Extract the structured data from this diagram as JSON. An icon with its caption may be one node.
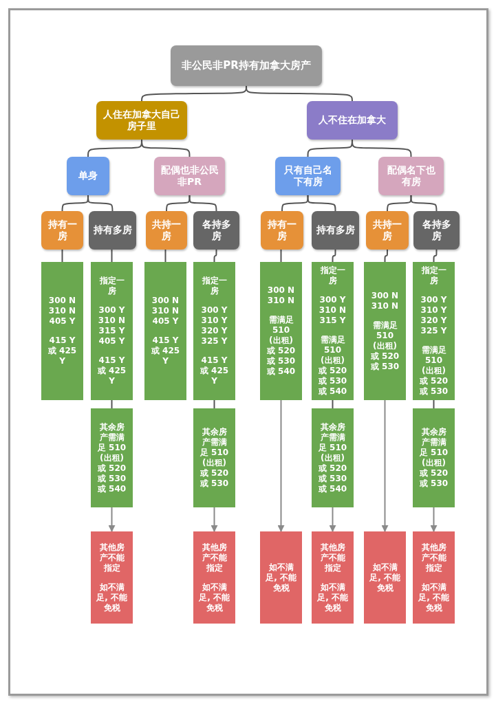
{
  "diagram": {
    "nodes": [
      {
        "text": [
          "非公民非PR持有加拿大房产"
        ]
      },
      {
        "text": [
          "人住在加拿大自己房子里"
        ]
      },
      {
        "text": [
          "人不住在加拿大"
        ]
      },
      {
        "text": [
          "单身"
        ]
      },
      {
        "text": [
          "配偶也非公民非PR"
        ]
      },
      {
        "text": [
          "只有自己名下有房"
        ]
      },
      {
        "text": [
          "配偶名下也有房"
        ]
      },
      {
        "text": [
          "持有一房"
        ]
      },
      {
        "text": [
          "持有多房"
        ]
      },
      {
        "text": [
          "共持一房"
        ]
      },
      {
        "text": [
          "各持多房"
        ]
      },
      {
        "text": [
          "持有一房"
        ]
      },
      {
        "text": [
          "持有多房"
        ]
      },
      {
        "text": [
          "共持一房"
        ]
      },
      {
        "text": [
          "各持多房"
        ]
      },
      {
        "text": [
          "300 N 310 N 405 Y",
          "415 Y 或 425 Y"
        ]
      },
      {
        "text": [
          "指定一房",
          "300 Y 310 N 315 Y 405 Y",
          "415 Y 或 425 Y"
        ]
      },
      {
        "text": [
          "300 N 310 N 405 Y",
          "415 Y 或 425 Y"
        ]
      },
      {
        "text": [
          "指定一房",
          "300 Y 310 Y 320 Y 325 Y",
          "415 Y 或 425 Y"
        ]
      },
      {
        "text": [
          "300 N 310 N",
          "需满足 510 (出租) 或 520 或 530 或 540"
        ]
      },
      {
        "text": [
          "指定一房",
          "300 Y 310 N 315 Y",
          "需满足 510 (出租) 或 520 或 530 或 540"
        ]
      },
      {
        "text": [
          "300 N 310 N",
          "需满足 510 (出租) 或 520 或 530"
        ]
      },
      {
        "text": [
          "指定一房",
          "300 Y 310 Y 320 Y 325 Y",
          "需满足 510 (出租) 或 520 或 530"
        ]
      },
      {
        "text": [
          "其余房产需满足 510 (出租) 或 520 或 530 或 540"
        ]
      },
      {
        "text": [
          "其余房产需满足 510 (出租) 或 520 或 530"
        ]
      },
      {
        "text": [
          "其余房产需满足 510 (出租) 或 520 或 530 或 540"
        ]
      },
      {
        "text": [
          "其余房产需满足 510 (出租) 或 520 或 530"
        ]
      },
      {
        "text": [
          "其他房产不能指定",
          "如不满足, 不能免税"
        ]
      },
      {
        "text": [
          "其他房产不能指定",
          "如不满足, 不能免税"
        ]
      },
      {
        "text": [
          "如不满足, 不能免税"
        ]
      },
      {
        "text": [
          "其他房产不能指定",
          "如不满足, 不能免税"
        ]
      },
      {
        "text": [
          "如不满足, 不能免税"
        ]
      },
      {
        "text": [
          "其他房产不能指定",
          "如不满足, 不能免税"
        ]
      }
    ],
    "edges": [
      {
        "from": 0,
        "to": 1,
        "arrow": "none"
      },
      {
        "from": 0,
        "to": 2,
        "arrow": "none"
      },
      {
        "from": 1,
        "to": 3,
        "arrow": "none"
      },
      {
        "from": 1,
        "to": 4,
        "arrow": "none"
      },
      {
        "from": 2,
        "to": 5,
        "arrow": "none"
      },
      {
        "from": 2,
        "to": 6,
        "arrow": "none"
      },
      {
        "from": 3,
        "to": 7,
        "arrow": "none"
      },
      {
        "from": 3,
        "to": 8,
        "arrow": "none"
      },
      {
        "from": 4,
        "to": 9,
        "arrow": "none"
      },
      {
        "from": 4,
        "to": 10,
        "arrow": "none"
      },
      {
        "from": 5,
        "to": 11,
        "arrow": "none"
      },
      {
        "from": 5,
        "to": 12,
        "arrow": "none"
      },
      {
        "from": 6,
        "to": 13,
        "arrow": "none"
      },
      {
        "from": 6,
        "to": 14,
        "arrow": "none"
      },
      {
        "from": 7,
        "to": 15,
        "arrow": "none"
      },
      {
        "from": 8,
        "to": 16,
        "arrow": "none"
      },
      {
        "from": 9,
        "to": 17,
        "arrow": "none"
      },
      {
        "from": 10,
        "to": 18,
        "arrow": "none"
      },
      {
        "from": 11,
        "to": 19,
        "arrow": "none"
      },
      {
        "from": 12,
        "to": 20,
        "arrow": "none"
      },
      {
        "from": 13,
        "to": 21,
        "arrow": "none"
      },
      {
        "from": 14,
        "to": 22,
        "arrow": "none"
      },
      {
        "from": 16,
        "to": 23,
        "arrow": "none"
      },
      {
        "from": 18,
        "to": 24,
        "arrow": "none"
      },
      {
        "from": 20,
        "to": 25,
        "arrow": "none"
      },
      {
        "from": 22,
        "to": 26,
        "arrow": "none"
      },
      {
        "from": 23,
        "to": 27,
        "arrow": "to",
        "color": "#8a8a8a"
      },
      {
        "from": 24,
        "to": 28,
        "arrow": "to",
        "color": "#8a8a8a"
      },
      {
        "from": 19,
        "to": 29,
        "arrow": "to",
        "color": "#8a8a8a"
      },
      {
        "from": 25,
        "to": 30,
        "arrow": "to",
        "color": "#8a8a8a"
      },
      {
        "from": 21,
        "to": 31,
        "arrow": "to",
        "color": "#8a8a8a"
      },
      {
        "from": 26,
        "to": 32,
        "arrow": "to",
        "color": "#8a8a8a"
      }
    ]
  }
}
